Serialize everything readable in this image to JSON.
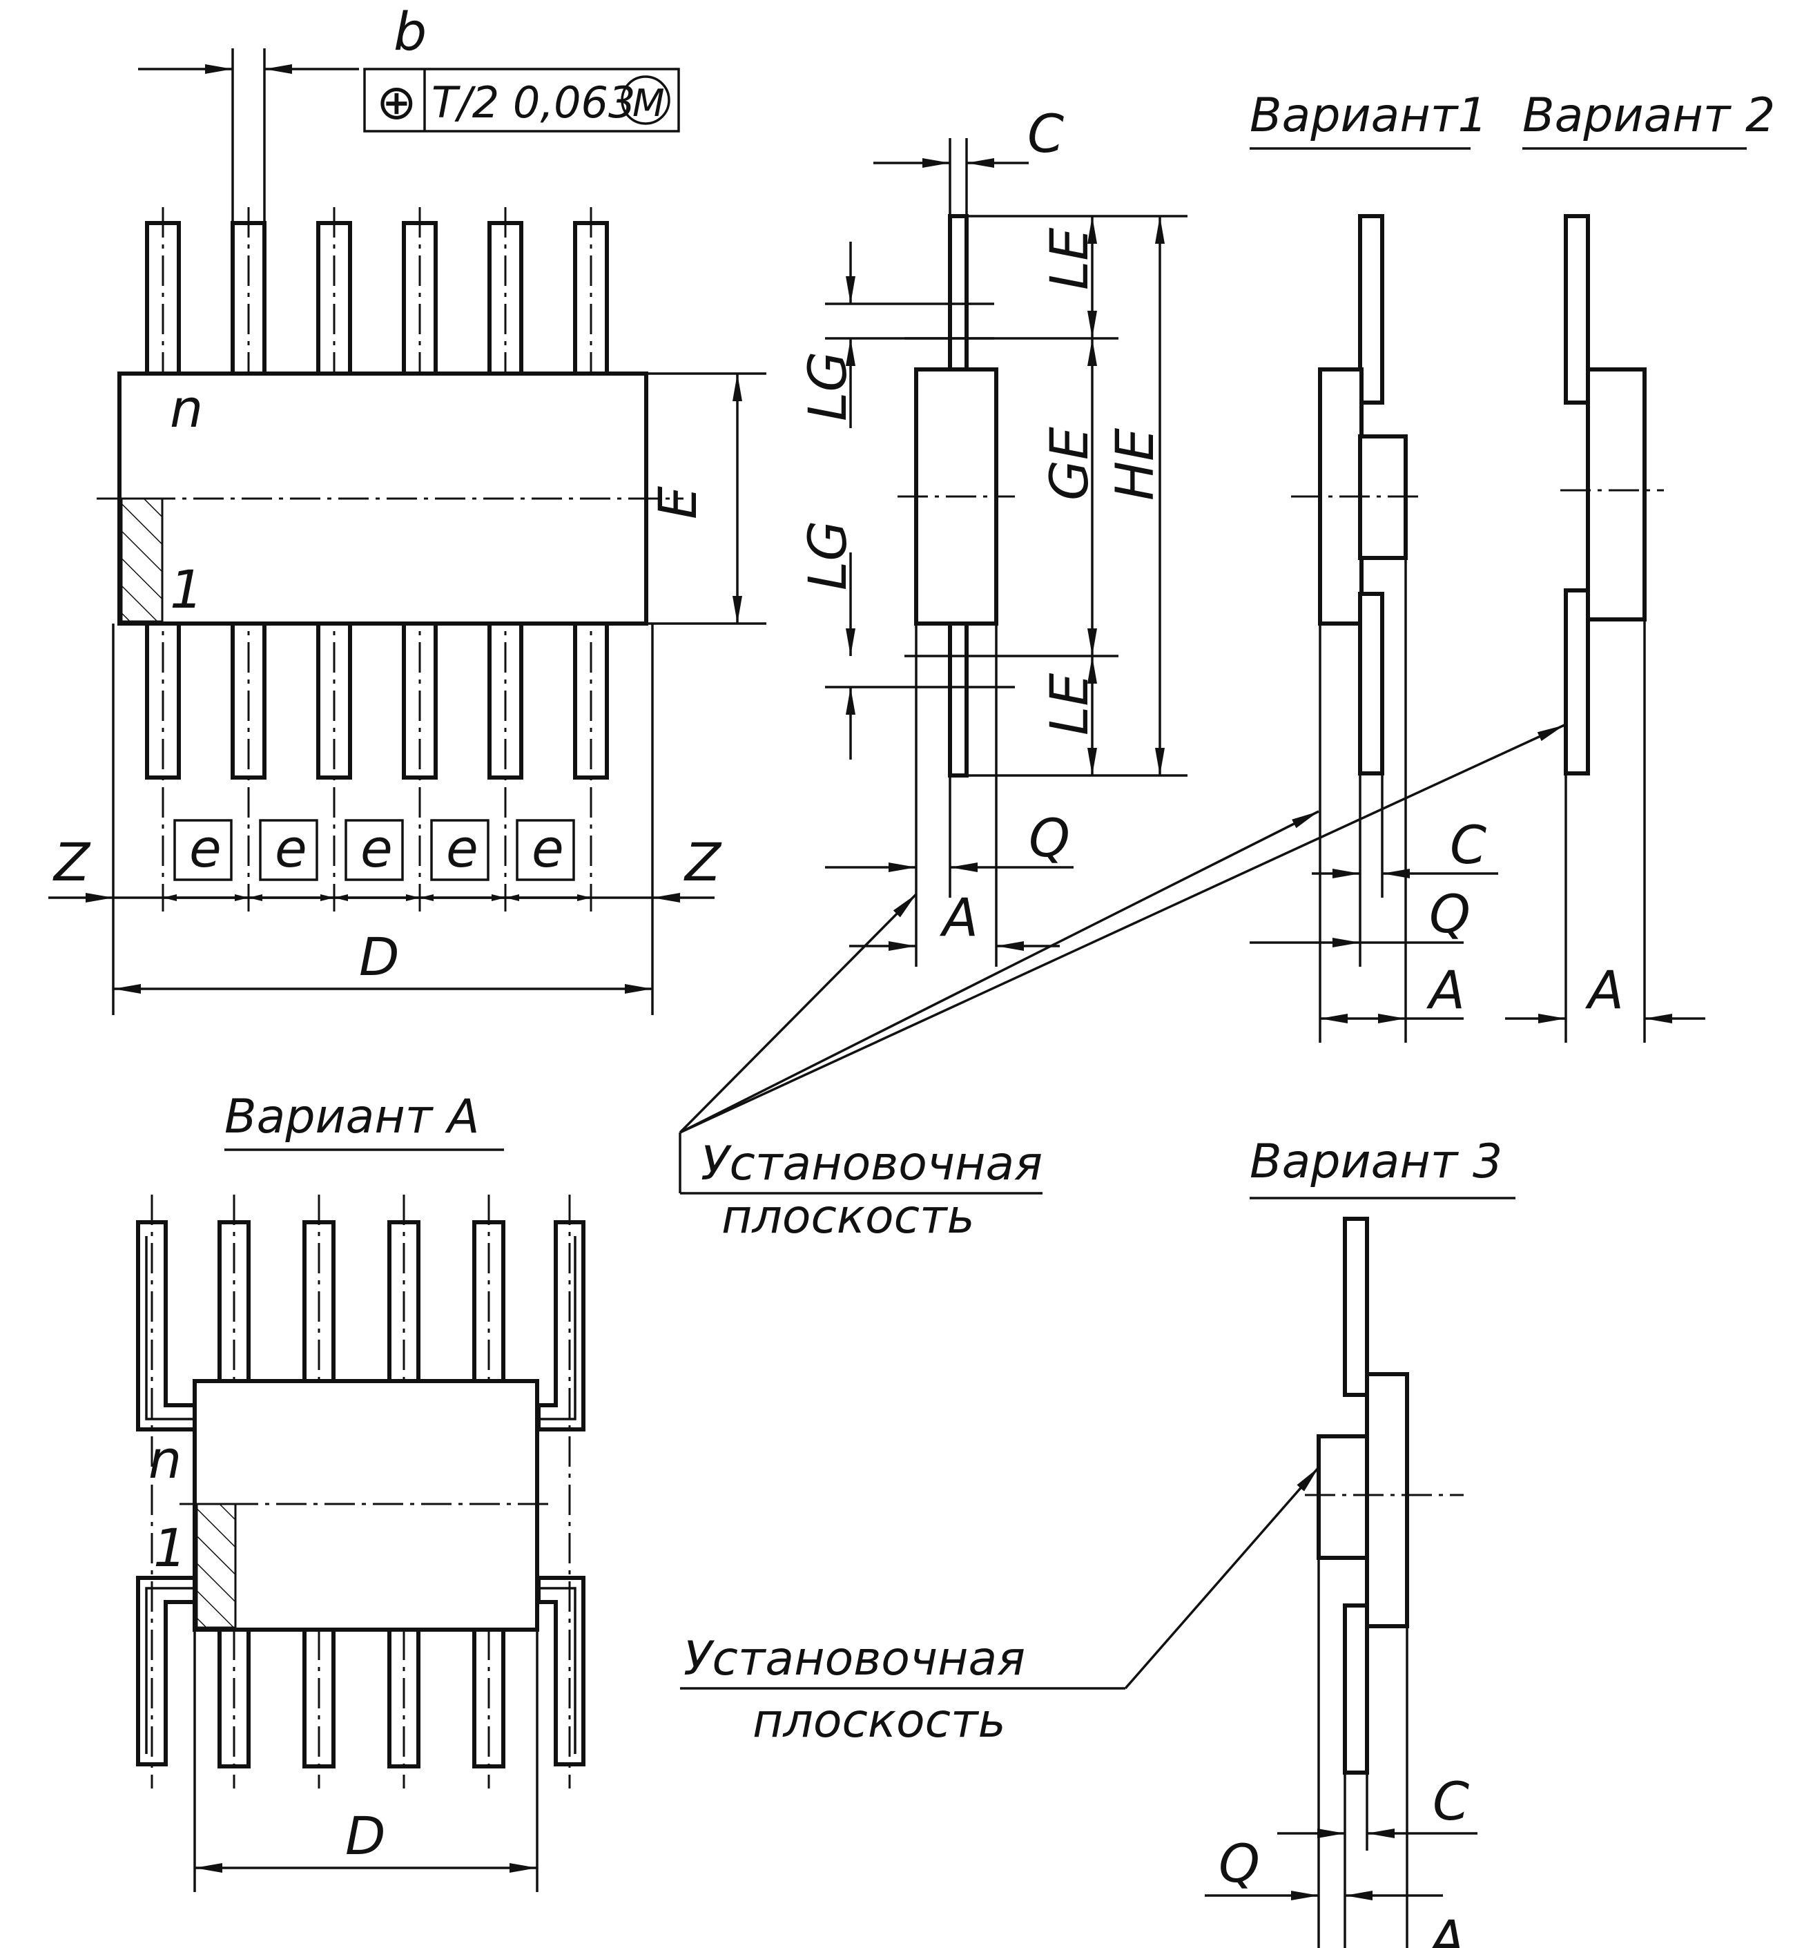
{
  "labels": {
    "b": "b",
    "tolerance": {
      "symbol": "⊕",
      "value": "T/2 0,063",
      "modifier": "M"
    },
    "pin_n": "n",
    "pin_1": "1",
    "E": "E",
    "e": "e",
    "Z": "Z",
    "D": "D",
    "C": "C",
    "LE": "LE",
    "LG": "LG",
    "GE": "GE",
    "HE": "HE",
    "Q": "Q",
    "A": "A"
  },
  "captions": {
    "variant1": "Вариант1",
    "variant2": "Вариант 2",
    "variantA": "Вариант А",
    "variant3": "Вариант 3",
    "mounting_line1": "Установочная",
    "mounting_line2": "плоскость"
  },
  "e_box_count": 5,
  "lead_count_per_side": 6
}
